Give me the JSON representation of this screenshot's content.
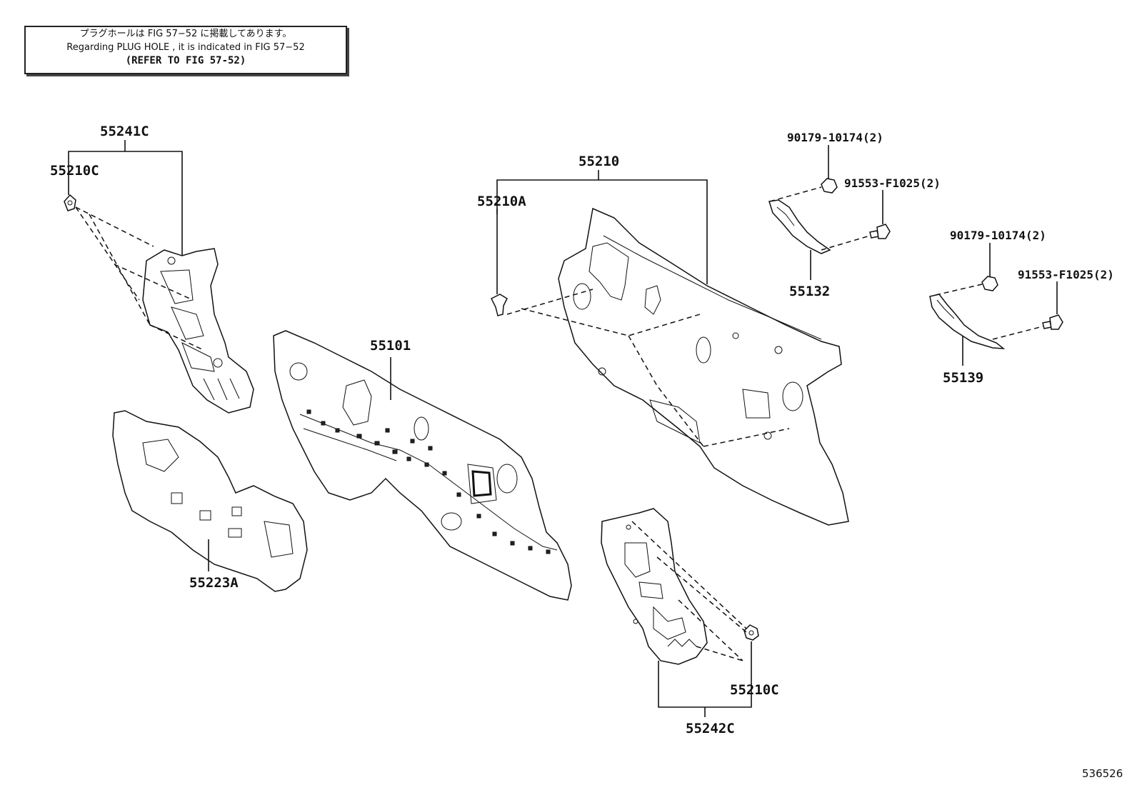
{
  "note": {
    "line_jp": "プラグホールは FIG 57−52 に掲載してあります。",
    "line_en": "Regarding  PLUG  HOLE , it is indicated in FIG  57−52",
    "line_ref": "(REFER TO FIG 57-52)"
  },
  "parts": {
    "p55241C": "55241C",
    "p55210C_top": "55210C",
    "p55223A": "55223A",
    "p55101": "55101",
    "p55210": "55210",
    "p55210A": "55210A",
    "p55242C": "55242C",
    "p55210C_bottom": "55210C",
    "p55132": "55132",
    "p55139": "55139",
    "p90179_a": "90179-10174(2)",
    "p91553_a": "91553-F1025(2)",
    "p90179_b": "90179-10174(2)",
    "p91553_b": "91553-F1025(2)"
  },
  "figure_number": "536526"
}
